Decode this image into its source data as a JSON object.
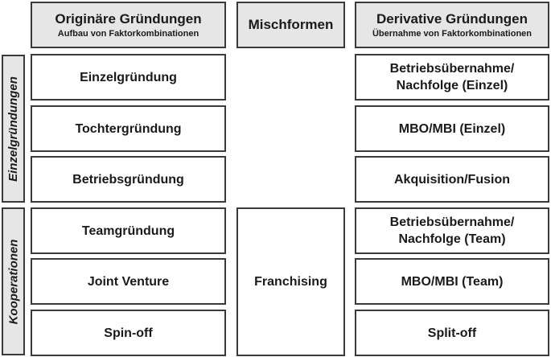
{
  "headers": {
    "left": {
      "title": "Originäre Gründungen",
      "subtitle": "Aufbau von Faktorkombinationen"
    },
    "middle": {
      "title": "Mischformen"
    },
    "right": {
      "title": "Derivative Gründungen",
      "subtitle": "Übernahme von Faktorkombinationen"
    }
  },
  "side_labels": {
    "top": "Einzelgründungen",
    "bottom": "Kooperationen"
  },
  "left_column": [
    "Einzelgründung",
    "Tochtergründung",
    "Betriebsgründung",
    "Teamgründung",
    "Joint Venture",
    "Spin-off"
  ],
  "middle_column": {
    "franchising": "Franchising"
  },
  "right_column": {
    "r1_line1": "Betriebsübernahme/",
    "r1_line2": "Nachfolge (Einzel)",
    "r2": "MBO/MBI (Einzel)",
    "r3": "Akquisition/Fusion",
    "r4_line1": "Betriebsübernahme/",
    "r4_line2": "Nachfolge (Team)",
    "r5": "MBO/MBI (Team)",
    "r6": "Split-off"
  }
}
